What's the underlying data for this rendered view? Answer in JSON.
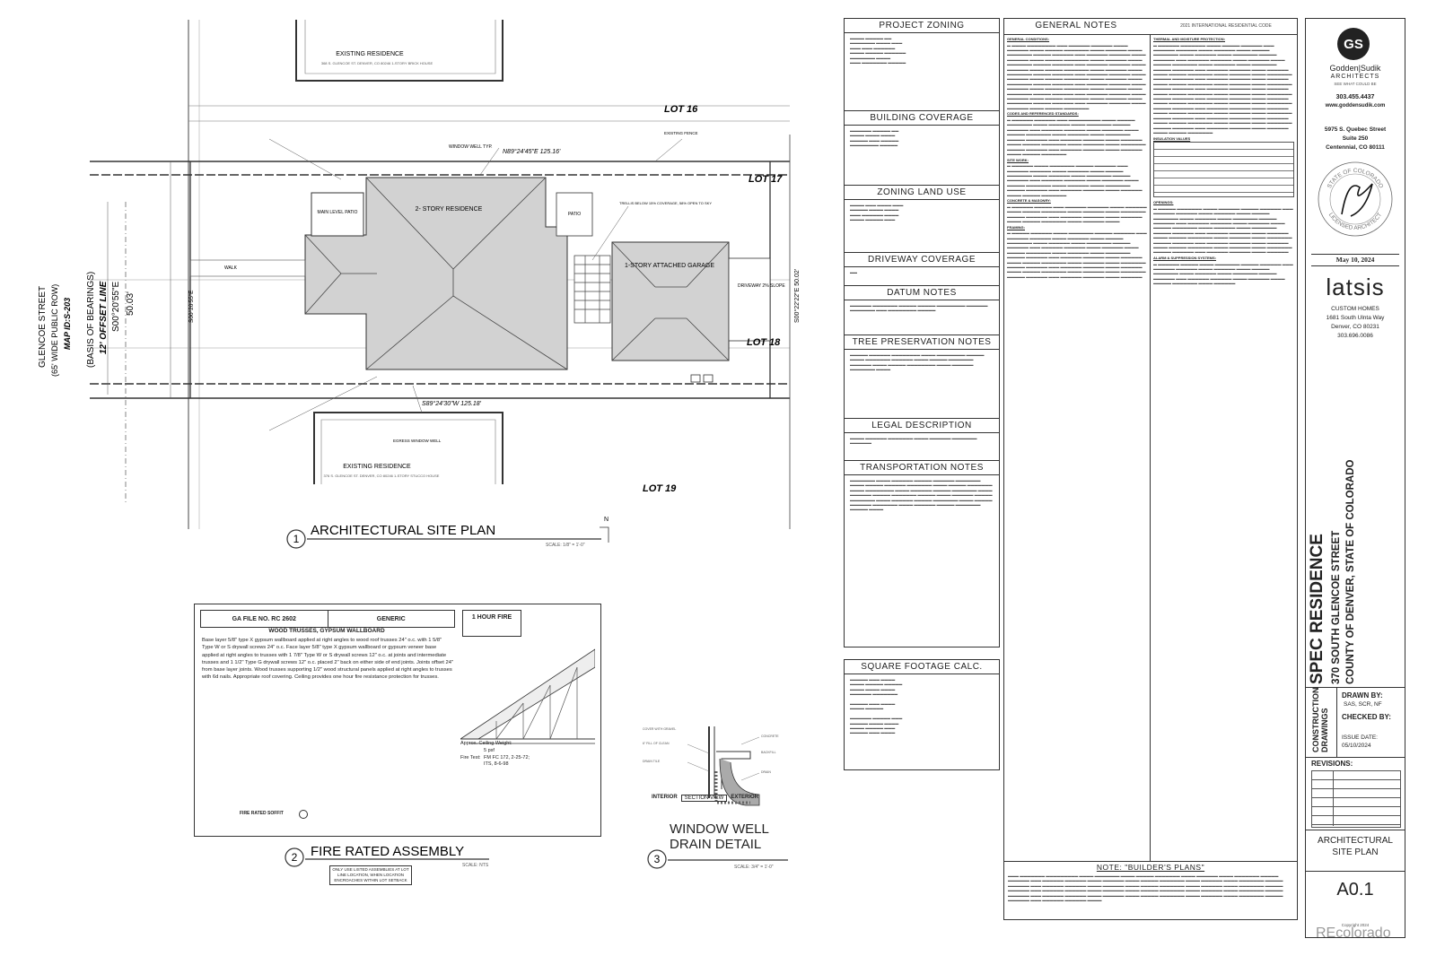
{
  "site_plan": {
    "title": "ARCHITECTURAL SITE PLAN",
    "number": "1",
    "scale": "SCALE: 1/8\" = 1'-0\"",
    "north": "N",
    "street": "GLENCOE STREET",
    "row": "(65' WIDE PUBLIC ROW)",
    "map": "MAP ID:S-203",
    "basis": "(BASIS OF BEARINGS)",
    "offset": "12' OFFSET LINE",
    "bearing_w": "S00°20'55\"E",
    "dist_w": "50.03'",
    "bearing_n": "N89°24'45\"E 125.16'",
    "bearing_s": "S89°24'30\"W 125.18'",
    "bearing_e": "S00°22'22\"E 50.02'",
    "lot16": "LOT 16",
    "lot17": "LOT 17",
    "lot18": "LOT 18",
    "lot19": "LOT 19",
    "existing_n": "EXISTING RESIDENCE",
    "existing_n_addr": "368 S. GLENCOE ST. DENVER, CO 80246 1-STORY BRICK HOUSE",
    "existing_s": "EXISTING RESIDENCE",
    "existing_s_addr": "376 S. GLENCOE ST. DENVER, CO 80246 1-STORY STUCCO HOUSE",
    "residence": "2- STORY RESIDENCE",
    "garage": "1-STORY ATTACHED GARAGE",
    "patio_main": "MAIN LEVEL PATIO",
    "patio": "PATIO",
    "window_well": "WINDOW WELL TYP.",
    "trellis": "TRELLIS BELOW 15% COVERAGE, 58% OPEN TO SKY",
    "existing_fence": "EXISTING FENCE",
    "egress": "EGRESS WINDOW WELL",
    "driveway": "DRIVEWAY 2% SLOPE",
    "walk": "WALK"
  },
  "fire": {
    "title": "FIRE RATED ASSEMBLY",
    "number": "2",
    "scale": "SCALE: NTS",
    "file": "GA FILE NO. RC 2602",
    "generic": "GENERIC",
    "rating": "1 HOUR FIRE",
    "heading": "WOOD TRUSSES, GYPSUM WALLBOARD",
    "body": "Base layer 5/8\" type X gypsum wallboard applied at right angles to wood roof trusses 24\" o.c. with 1 5/8\" Type W or S drywall screws 24\" o.c. Face layer 5/8\" type X gypsum wallboard or gypsum veneer base applied at right angles to trusses with 1 7/8\" Type W or S drywall screws 12\" o.c. at joints and intermediate trusses and 1 1/2\" Type G drywall screws 12\" o.c. placed 2\" back on either side of end joints. Joints offset 24\" from base layer joints. Wood trusses supporting 1/2\" wood structural panels applied at right angles to trusses with 6d nails. Appropriate roof covering. Ceiling provides one hour fire resistance protection for trusses.",
    "approx": "Approx. Ceiling Weight:",
    "weight": "5 psf",
    "test_label": "Fire Test:",
    "test": "FM FC 172, 2-25-72; ITS, 8-6-98",
    "soffit": "FIRE RATED SOFFIT",
    "note": "ONLY USE LISTED ASSEMBLIES AT LOT LINE LOCATION, WHEN LOCATION ENCROACHES WITHIN LOT SETBACK"
  },
  "window_well": {
    "title": "WINDOW WELL DRAIN DETAIL",
    "number": "3",
    "scale": "SCALE: 3/4\" = 1'-0\"",
    "interior": "INTERIOR",
    "section": "SECTION VIEW",
    "exterior": "EXTERIOR"
  },
  "notes": {
    "zoning": "PROJECT ZONING",
    "coverage": "BUILDING COVERAGE",
    "land_use": "ZONING LAND USE",
    "driveway": "DRIVEWAY COVERAGE",
    "datum": "DATUM NOTES",
    "tree": "TREE PRESERVATION NOTES",
    "legal": "LEGAL DESCRIPTION",
    "transport": "TRANSPORTATION NOTES",
    "sqft": "SQUARE FOOTAGE CALC.",
    "general": "GENERAL NOTES",
    "code": "2021 INTERNATIONAL RESIDENTIAL CODE",
    "general_conditions": "GENERAL CONDITIONS:",
    "codes_ref": "CODES AND REFERENCED STANDARDS:",
    "site_work": "SITE WORK:",
    "concrete": "CONCRETE & MASONRY:",
    "framing": "FRAMING:",
    "thermal": "THERMAL AND MOISTURE PROTECTION:",
    "insulation": "INSULATION VALUES",
    "openings": "OPENINGS:",
    "alarm": "ALARM & SUPPRESSION SYSTEMS:",
    "builders_plans": "NOTE: \"BUILDER'S PLANS\""
  },
  "title_block": {
    "firm_logo": "GS",
    "firm": "Godden|Sudik",
    "firm_sub": "ARCHITECTS",
    "firm_tag": "SEE WHAT COULD BE",
    "phone": "303.455.4437",
    "web": "www.goddensudik.com",
    "addr1": "5975 S. Quebec Street",
    "addr2": "Suite 250",
    "addr3": "Centennial, CO 80111",
    "seal_top": "STATE OF COLORADO",
    "seal_bottom": "LICENSED ARCHITECT",
    "date": "May 10, 2024",
    "client": "latsis",
    "client_sub": "CUSTOM HOMES",
    "client_addr1": "1681 South Ulnta Way",
    "client_addr2": "Denver, CO 80231",
    "client_phone": "303.696.0086",
    "project": "SPEC RESIDENCE",
    "project_addr": "370 SOUTH GLENCOE STREET",
    "project_county": "COUNTY OF DENVER, STATE OF COLORADO",
    "phase": "CONSTRUCTION DRAWINGS",
    "drawn_label": "DRAWN BY:",
    "drawn": "SAS, SCR, NF",
    "checked_label": "CHECKED BY:",
    "issue_label": "ISSUE DATE:",
    "issue": "05/10/2024",
    "revisions": "REVISIONS:",
    "sheet_title": "ARCHITECTURAL SITE PLAN",
    "sheet": "A0.1",
    "copyright": "Copyright 2024"
  },
  "watermark": "REcolorado",
  "colors": {
    "line": "#333333",
    "fill": "#cfcfcf",
    "hatch": "#888888"
  }
}
